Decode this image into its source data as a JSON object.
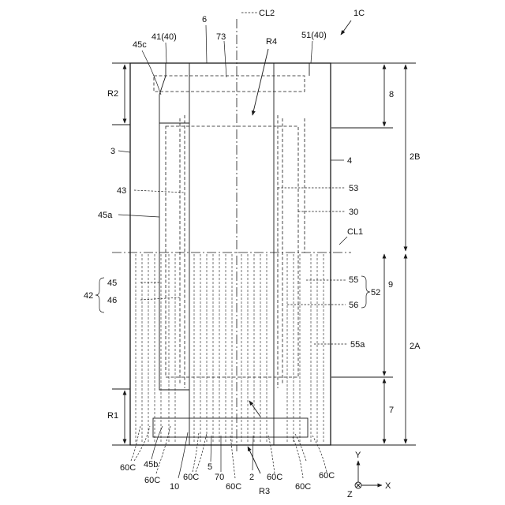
{
  "labels": {
    "fig_id": "1C",
    "cl2": "CL2",
    "cl1": "CL1",
    "l6": "6",
    "l73": "73",
    "l41": "41(40)",
    "l51": "51(40)",
    "l45c": "45c",
    "lR4": "R4",
    "lR2": "R2",
    "lR1": "R1",
    "lR3": "R3",
    "l3": "3",
    "l4": "4",
    "l43": "43",
    "l53": "53",
    "l45a": "45a",
    "l30": "30",
    "l42": "42",
    "l45": "45",
    "l46": "46",
    "l55": "55",
    "l56": "56",
    "l52": "52",
    "l55a": "55a",
    "l8": "8",
    "l9": "9",
    "l7": "7",
    "l2B": "2B",
    "l2A": "2A",
    "l60C_1": "60C",
    "l60C_2": "60C",
    "l60C_3": "60C",
    "l60C_4": "60C",
    "l60C_5": "60C",
    "l60C_6": "60C",
    "l60C_7": "60C",
    "l45b": "45b",
    "l10": "10",
    "l5": "5",
    "l70": "70",
    "l2": "2",
    "axis_y": "Y",
    "axis_x": "X",
    "axis_z": "Z"
  }
}
